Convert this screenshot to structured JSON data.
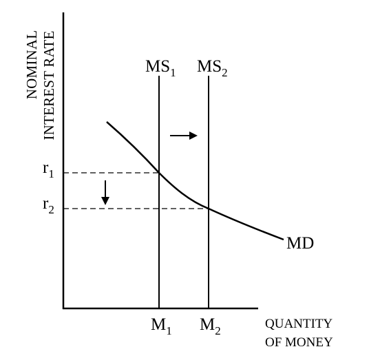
{
  "diagram": {
    "y_axis_title_line1": "NOMINAL",
    "y_axis_title_line2": "INTEREST RATE",
    "x_axis_title_line1": "QUANTITY",
    "x_axis_title_line2": "OF MONEY",
    "ms1": {
      "base": "MS",
      "sub": "1"
    },
    "ms2": {
      "base": "MS",
      "sub": "2"
    },
    "md": "MD",
    "r1": {
      "base": "r",
      "sub": "1"
    },
    "r2": {
      "base": "r",
      "sub": "2"
    },
    "m1": {
      "base": "M",
      "sub": "1"
    },
    "m2": {
      "base": "M",
      "sub": "2"
    }
  }
}
